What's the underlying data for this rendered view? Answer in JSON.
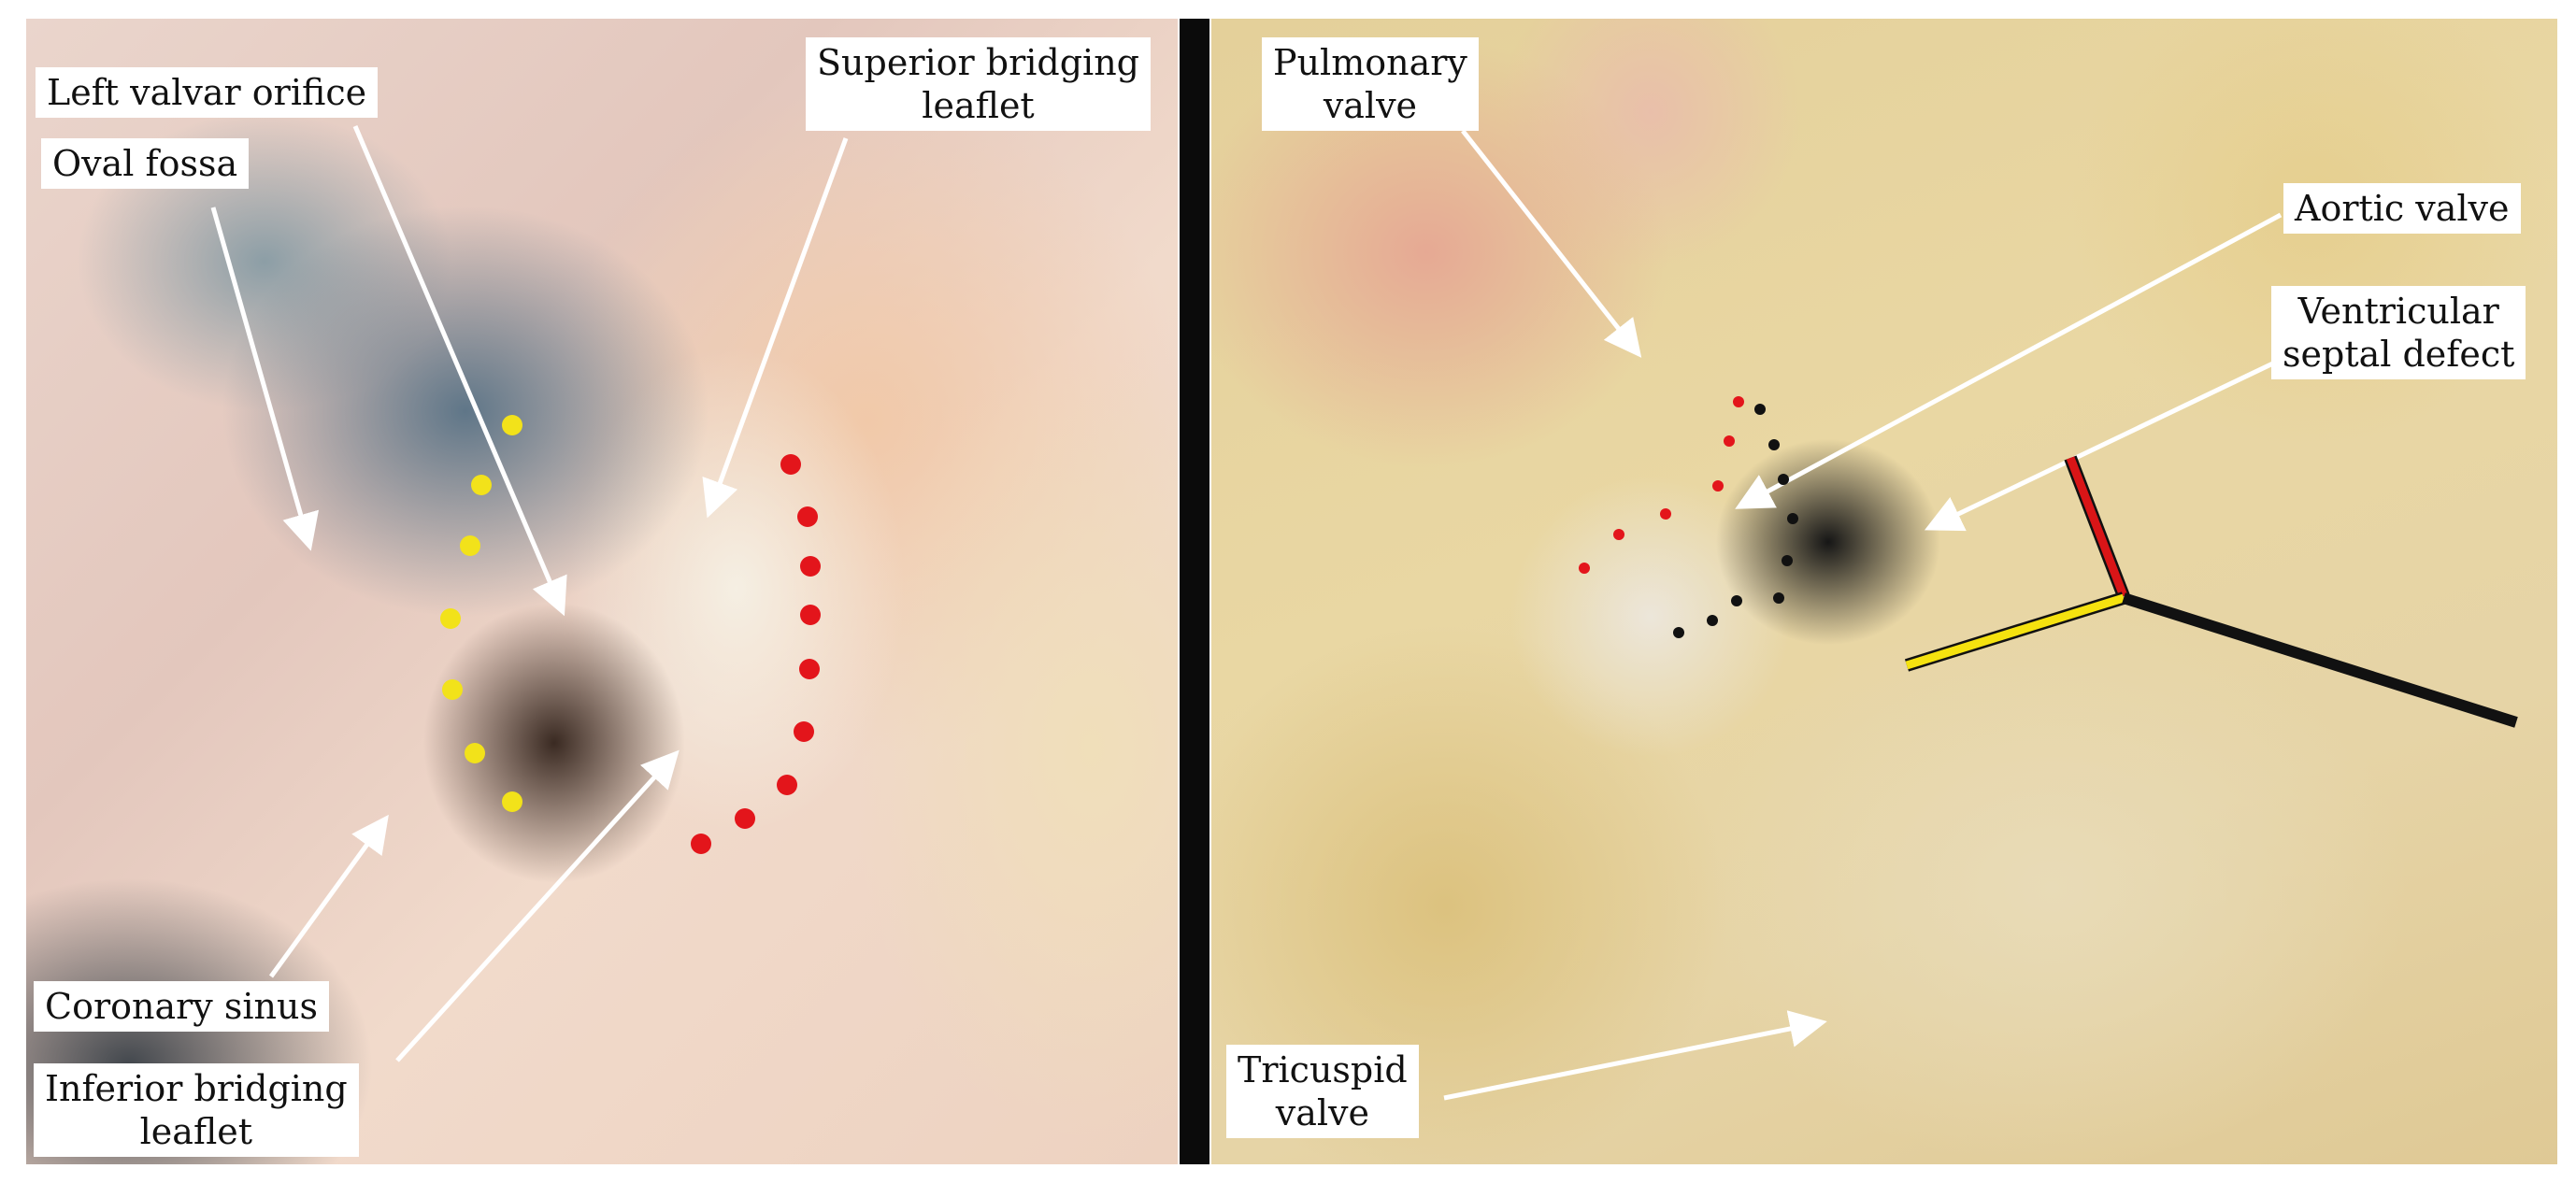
{
  "left_panel": {
    "labels": {
      "left_valvar_orifice": "Left valvar orifice",
      "oval_fossa": "Oval fossa",
      "superior_bridging_leaflet": "Superior bridging\nleaflet",
      "coronary_sinus": "Coronary sinus",
      "inferior_bridging_leaflet": "Inferior bridging\nleaflet"
    },
    "marker_colors": {
      "yellow_dots": "#f2e21a",
      "red_dots": "#e3151b"
    }
  },
  "right_panel": {
    "labels": {
      "pulmonary_valve": "Pulmonary\nvalve",
      "aortic_valve": "Aortic valve",
      "ventricular_septal_defect": "Ventricular\nseptal defect",
      "tricuspid_valve": "Tricuspid\nvalve"
    },
    "marker_colors": {
      "red_dots": "#e3151b",
      "black_dots": "#111111",
      "red_line": "#d91517",
      "yellow_line": "#f5e20f",
      "black_line": "#111111"
    }
  },
  "arrow_color": "#ffffff",
  "divider_color": "#0b0b0b"
}
